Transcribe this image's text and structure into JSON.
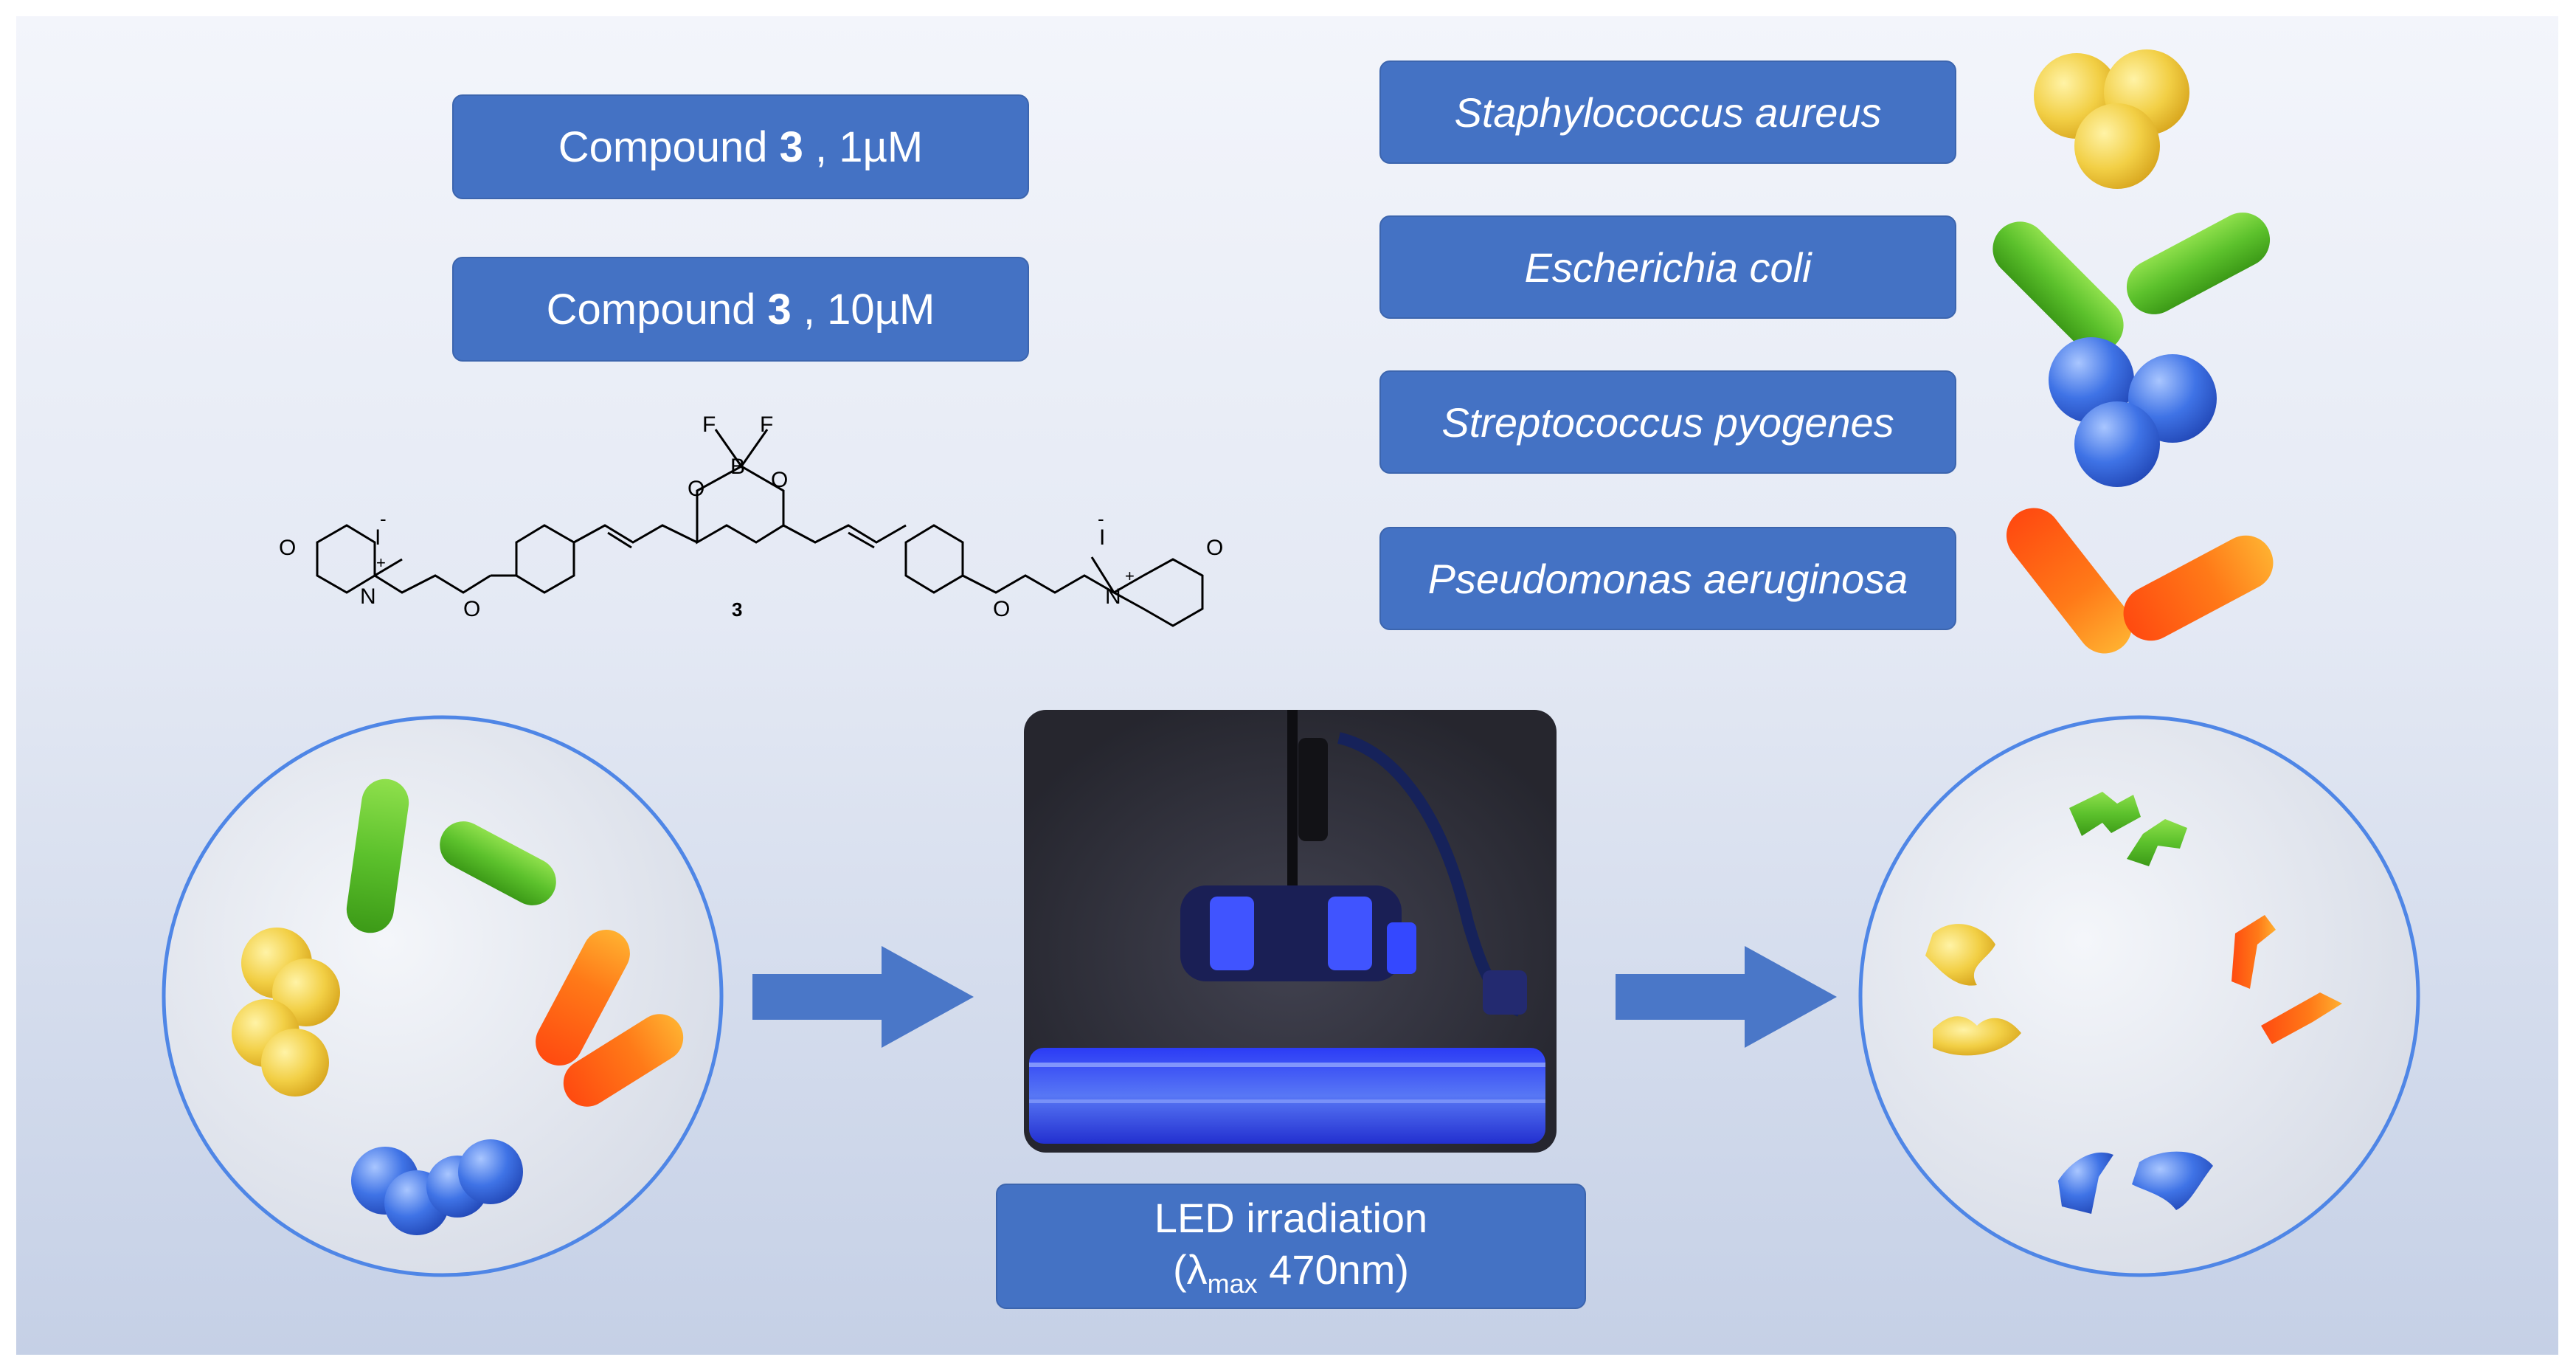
{
  "compound_labels": [
    {
      "prefix": "Compound ",
      "number": "3",
      "suffix": " , 1µM"
    },
    {
      "prefix": "Compound ",
      "number": "3",
      "suffix": " , 10µM"
    }
  ],
  "structure": {
    "compound_number": "3",
    "atoms": {
      "F": "F",
      "B": "B",
      "O": "O",
      "N": "N",
      "plus": "+",
      "iodide": "I",
      "minus": "-"
    }
  },
  "species": [
    {
      "name": "Staphylococcus aureus",
      "color": "#f2cf45",
      "shape": "coccus-cluster"
    },
    {
      "name": "Escherichia coli",
      "color": "#5cc12c",
      "shape": "rod"
    },
    {
      "name": "Streptococcus pyogenes",
      "color": "#3f73e6",
      "shape": "coccus-pair"
    },
    {
      "name": "Pseudomonas aeruginosa",
      "color": "#ff6a12",
      "shape": "rod"
    }
  ],
  "led": {
    "line1": "LED irradiation",
    "lambda": "(λ",
    "subscript": "max",
    "value": " 470nm)"
  },
  "colors": {
    "box": "#4472c4",
    "arrow": "#4a77c8",
    "dish_border": "#4f86e6"
  }
}
